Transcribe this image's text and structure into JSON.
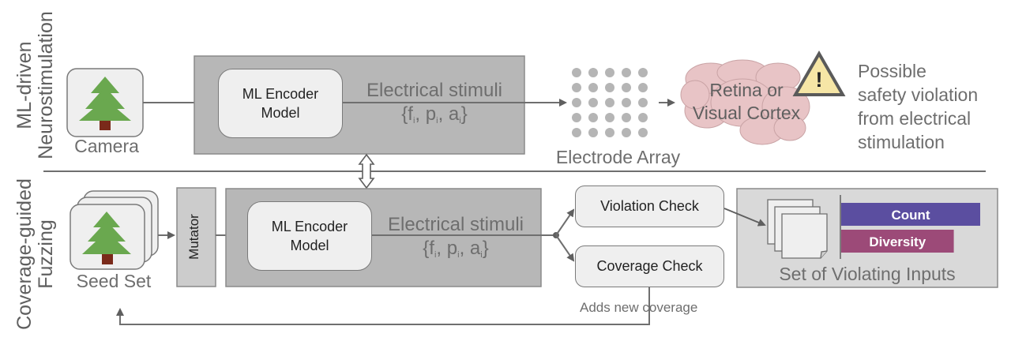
{
  "sections": {
    "top": {
      "label_line1": "ML-driven",
      "label_line2": "Neurostimulation"
    },
    "bottom": {
      "label_line1": "Coverage-guided",
      "label_line2": "Fuzzing"
    }
  },
  "top": {
    "camera_label": "Camera",
    "encoder": {
      "line1": "ML Encoder",
      "line2": "Model"
    },
    "stimuli_title": "Electrical stimuli",
    "stimuli_set": {
      "open": "{f",
      "sub1": "i",
      "sep1": ", p",
      "sub2": "i",
      "sep2": ", a",
      "sub3": "i",
      "close": "}"
    },
    "electrode_label": "Electrode Array",
    "electrode_grid": {
      "rows": 5,
      "cols": 5
    },
    "target": {
      "line1": "Retina or",
      "line2": "Visual Cortex"
    },
    "warning_symbol": "!",
    "warning_text": [
      "Possible",
      "safety violation",
      "from electrical",
      "stimulation"
    ]
  },
  "bottom": {
    "seed_label": "Seed Set",
    "mutator_label": "Mutator",
    "encoder": {
      "line1": "ML Encoder",
      "line2": "Model"
    },
    "stimuli_title": "Electrical stimuli",
    "stimuli_set": {
      "open": "{f",
      "sub1": "i",
      "sep1": ", p",
      "sub2": "i",
      "sep2": ", a",
      "sub3": "i",
      "close": "}"
    },
    "violation_check": "Violation Check",
    "coverage_check": "Coverage Check",
    "feedback_label": "Adds new coverage",
    "violating_set": {
      "title": "Set of Violating Inputs",
      "bars": [
        {
          "label": "Count",
          "fraction": 1.0
        },
        {
          "label": "Diversity",
          "fraction": 0.81
        }
      ]
    }
  },
  "colors": {
    "tree_green": "#6aa84f",
    "tree_trunk": "#7a2a1a",
    "count_bar": "#5b4ea0",
    "diversity_bar": "#9c4a78",
    "warning_fill": "#f6e6a6",
    "tissue_fill": "#e8c4c6",
    "block_gray": "#b7b7b7",
    "panel_gray": "#d9d9d9"
  }
}
